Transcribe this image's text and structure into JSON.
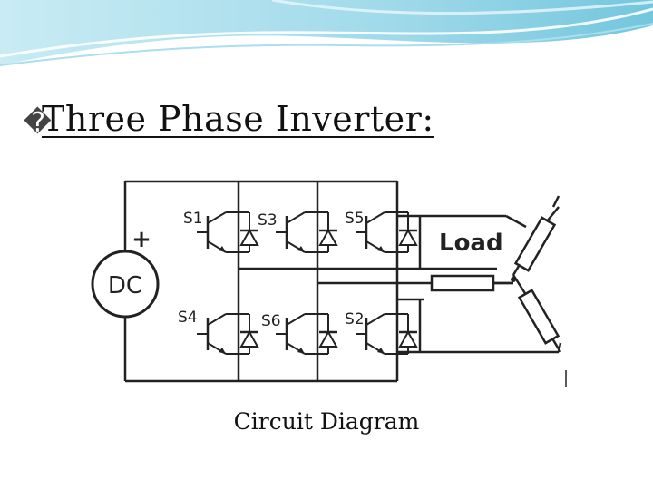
{
  "slide": {
    "bullet_icon": "�",
    "title": "Three Phase Inverter:",
    "caption": "Circuit Diagram"
  },
  "diagram": {
    "source_label": "DC",
    "polarity_label": "+",
    "load_label": "Load",
    "switches": {
      "s1": "S1",
      "s3": "S3",
      "s5": "S5",
      "s4": "S4",
      "s6": "S6",
      "s2": "S2"
    }
  },
  "colors": {
    "wave_light": "#cfeef5",
    "wave_mid": "#8fd3e6",
    "wave_dark": "#5bbcd8",
    "line": "#222222"
  }
}
